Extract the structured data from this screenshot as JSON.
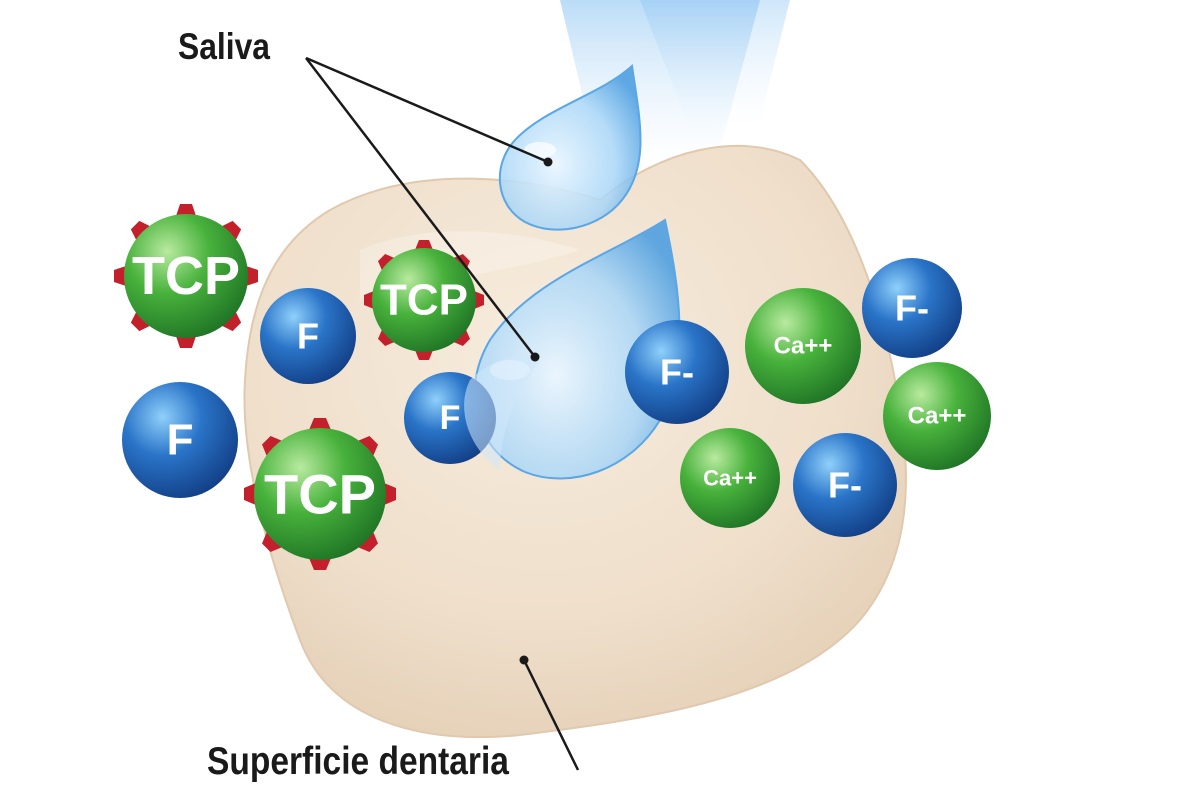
{
  "labels": {
    "saliva": "Saliva",
    "surface": "Superficie dentaria"
  },
  "particles": {
    "tcp": "TCP",
    "fluoride": "F",
    "fluoride_ion": "F-",
    "calcium_ion": "Ca++"
  },
  "colors": {
    "tooth": "#eddcc8",
    "tcp_green": "#3fae3a",
    "tcp_spikes": "#c4202c",
    "fluoride_blue": "#1d5fb8",
    "calcium_green": "#4fb43a",
    "saliva_drop": "#6fb4ea",
    "leader_line": "#1a1a1a"
  }
}
